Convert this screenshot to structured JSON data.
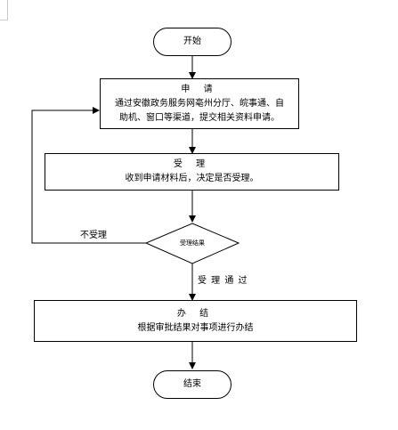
{
  "flowchart": {
    "start": "开始",
    "apply": {
      "title": "申 请",
      "lines": [
        "通过安徽政务服务网亳州分厅、皖事通、自",
        "助机、窗口等渠道，提交相关资料申请。"
      ]
    },
    "accept": {
      "title": "受 理",
      "body": "收到申请材料后，决定是否受理。"
    },
    "decision": "受理结果",
    "reject_label": "不受理",
    "accept_label": "受 理 通 过",
    "process": {
      "title": "办 结",
      "body": "根据审批结果对事项进行办结"
    },
    "end": "结束"
  }
}
